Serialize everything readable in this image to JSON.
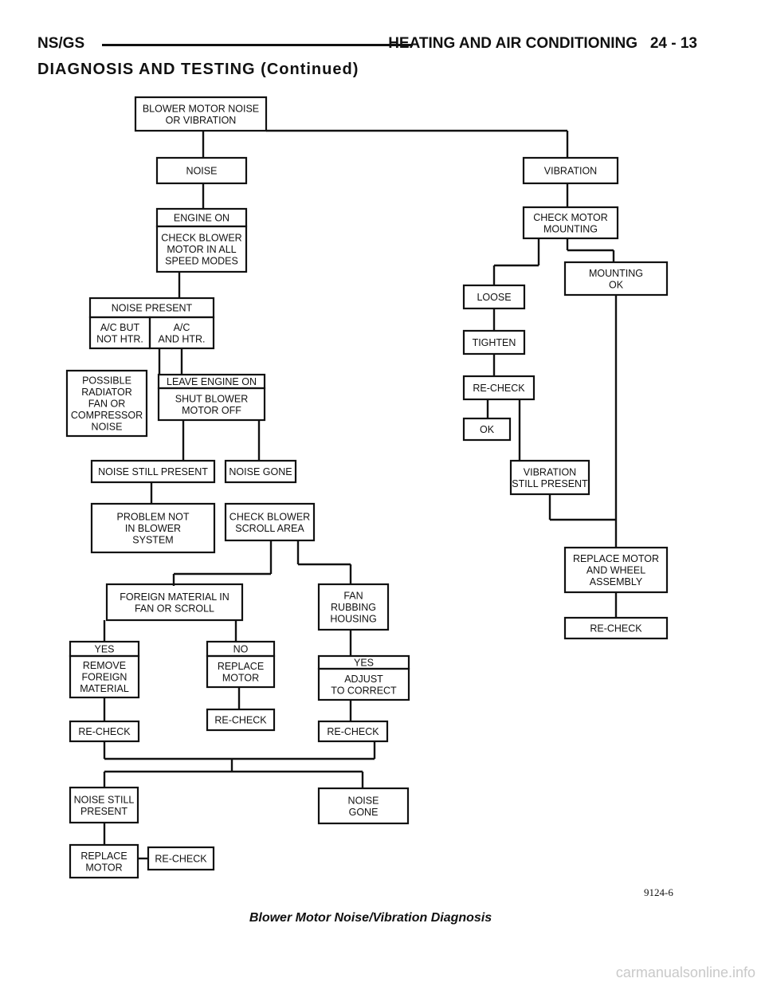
{
  "header": {
    "left": "NS/GS",
    "right": "HEATING AND AIR CONDITIONING",
    "page": "24 - 13"
  },
  "section_title": "DIAGNOSIS AND TESTING (Continued)",
  "nodes": {
    "start": [
      "BLOWER MOTOR NOISE",
      "OR VIBRATION"
    ],
    "noise": [
      "NOISE"
    ],
    "vibration": [
      "VIBRATION"
    ],
    "engine_on": [
      "ENGINE ON"
    ],
    "check_blower_modes": [
      "CHECK BLOWER",
      "MOTOR IN ALL",
      "SPEED MODES"
    ],
    "check_motor_mounting": [
      "CHECK MOTOR",
      "MOUNTING"
    ],
    "mounting_ok": [
      "MOUNTING",
      "OK"
    ],
    "loose": [
      "LOOSE"
    ],
    "tighten": [
      "TIGHTEN"
    ],
    "recheck_right": [
      "RE-CHECK"
    ],
    "ok": [
      "OK"
    ],
    "vibration_still_present": [
      "VIBRATION",
      "STILL PRESENT"
    ],
    "noise_present": [
      "NOISE PRESENT"
    ],
    "ac_not_htr": [
      "A/C BUT",
      "NOT HTR."
    ],
    "ac_and_htr": [
      "A/C",
      "AND HTR."
    ],
    "possible_radiator": [
      "POSSIBLE",
      "RADIATOR",
      "FAN OR",
      "COMPRESSOR",
      "NOISE"
    ],
    "leave_engine_on": [
      "LEAVE ENGINE ON"
    ],
    "shut_blower_off": [
      "SHUT BLOWER",
      "MOTOR OFF"
    ],
    "noise_still_present_1": [
      "NOISE STILL PRESENT"
    ],
    "noise_gone_1": [
      "NOISE GONE"
    ],
    "problem_not_in_blower": [
      "PROBLEM NOT",
      "IN BLOWER",
      "SYSTEM"
    ],
    "check_blower_scroll": [
      "CHECK BLOWER",
      "SCROLL AREA"
    ],
    "replace_motor_wheel": [
      "REPLACE MOTOR",
      "AND WHEEL",
      "ASSEMBLY"
    ],
    "recheck_far_right": [
      "RE-CHECK"
    ],
    "foreign_material": [
      "FOREIGN MATERIAL IN",
      "FAN OR SCROLL"
    ],
    "fan_rubbing": [
      "FAN",
      "RUBBING",
      "HOUSING"
    ],
    "yes_1": [
      "YES"
    ],
    "remove_foreign": [
      "REMOVE",
      "FOREIGN",
      "MATERIAL"
    ],
    "no_1": [
      "NO"
    ],
    "replace_motor_1": [
      "REPLACE",
      "MOTOR"
    ],
    "yes_2": [
      "YES"
    ],
    "adjust_correct": [
      "ADJUST",
      "TO CORRECT"
    ],
    "recheck_1": [
      "RE-CHECK"
    ],
    "recheck_2": [
      "RE-CHECK"
    ],
    "recheck_3": [
      "RE-CHECK"
    ],
    "noise_still_present_2": [
      "NOISE STILL",
      "PRESENT"
    ],
    "noise_gone_2": [
      "NOISE",
      "GONE"
    ],
    "replace_motor_2": [
      "REPLACE",
      "MOTOR"
    ],
    "recheck_final": [
      "RE-CHECK"
    ]
  },
  "figure_id": "9124-6",
  "caption": "Blower Motor Noise/Vibration Diagnosis",
  "footer_link": "carmanualsonline.info"
}
